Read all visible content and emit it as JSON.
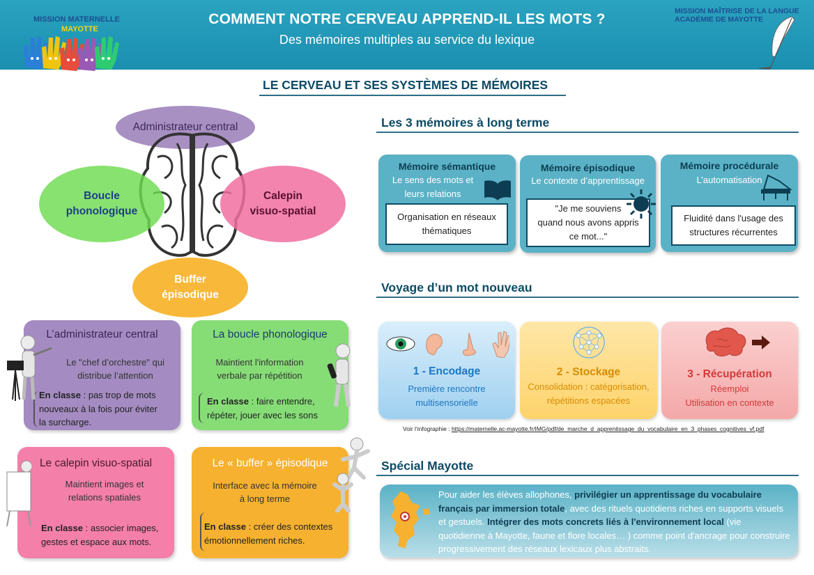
{
  "header": {
    "title": "COMMENT NOTRE CERVEAU APPREND-IL LES MOTS ?",
    "subtitle": "Des mémoires multiples au service du lexique",
    "logo_left_line1": "MISSION MATERNELLE",
    "logo_left_line2": "MAYOTTE",
    "logo_right_line1": "MISSION MAÎTRISE DE LA LANGUE",
    "logo_right_line2": "ACADÉMIE DE MAYOTTE"
  },
  "section_title": "LE CERVEAU ET SES SYSTÈMES DE MÉMOIRES",
  "brain": {
    "admin": "Administrateur central",
    "boucle_1": "Boucle",
    "boucle_2": "phonologique",
    "calepin_1": "Calepin",
    "calepin_2": "visuo-spatial",
    "buffer_1": "Buffer",
    "buffer_2": "épisodique"
  },
  "components": {
    "admin": {
      "title": "L’administrateur central",
      "desc_1": "Le \"chef d’orchestre\" qui",
      "desc_2": "distribue l’attention",
      "classe_label": "En classe",
      "classe_1": " : pas trop de mots",
      "classe_2": "nouveaux à la fois pour éviter",
      "classe_3": "la surcharge."
    },
    "boucle": {
      "title": "La boucle phonologique",
      "desc_1": "Maintient l'information",
      "desc_2": "verbale par répétition",
      "classe_label": "En classe",
      "classe_1": " : faire entendre,",
      "classe_2": "répéter, jouer avec les sons"
    },
    "calepin": {
      "title": "Le calepin visuo-spatial",
      "desc_1": "Maintient images et",
      "desc_2": "relations spatiales",
      "classe_label": "En classe",
      "classe_1": " : associer images,",
      "classe_2": "gestes et espace aux mots."
    },
    "buffer": {
      "title": "Le « buffer » épisodique",
      "desc_1": "Interface avec la mémoire",
      "desc_2": "à long terme",
      "classe_label": "En classe",
      "classe_1": " : créer des contextes",
      "classe_2": "émotionnellement riches."
    }
  },
  "long_term": {
    "heading": "Les 3 mémoires à long terme",
    "semantique": {
      "title": "Mémoire sémantique",
      "sub_1": "Le sens des mots et",
      "sub_2": "leurs relations",
      "box_1": "Organisation en réseaux",
      "box_2": "thématiques"
    },
    "episodique": {
      "title": "Mémoire épisodique",
      "sub_1": "Le contexte d’apprentissage",
      "box_1": "\"Je me souviens",
      "box_2": "quand nous avons appris",
      "box_3": "ce mot...\""
    },
    "procedurale": {
      "title": "Mémoire procédurale",
      "sub_1": "L’automatisation",
      "box_1": "Fluidité dans l'usage des",
      "box_2": "structures récurrentes"
    }
  },
  "voyage": {
    "heading": "Voyage d’un mot nouveau",
    "step1": {
      "name": "1 - Encodage",
      "d1": "Première rencontre",
      "d2": "multisensorielle"
    },
    "step2": {
      "name": "2 - Stockage",
      "d1": "Consolidation : catégorisation,",
      "d2": "répétitions espacées"
    },
    "step3": {
      "name": "3 - Récupération",
      "d1": "Réemploi",
      "d2": "Utilisation en contexte"
    },
    "voir_label": "Voir l’infographie : ",
    "voir_url": "https://maternelle.ac-mayotte.fr/IMG/pdf/de_marche_d_apprentissage_du_vocabulaire_en_3_phases_cognitives_vf.pdf"
  },
  "special": {
    "heading": "Spécial Mayotte",
    "p1": "Pour aider les élèves allophones, ",
    "b1": "privilégier un apprentissage du vocabulaire français par immersion totale",
    "p2": ", avec des rituels quotidiens riches en supports visuels et gestuels. ",
    "b2": "Intégrer des mots concrets liés à l'environnement local",
    "p3": " (vie quotidienne à Mayotte, faune et flore locales… ) comme point d'ancrage pour construire progressivement des réseaux lexicaux plus abstraits."
  },
  "colors": {
    "header": "#1b8fb0",
    "teal_box": "#5bb2c6",
    "purple": "#a48bc1",
    "green": "#7bdc5b",
    "pink": "#f47fa8",
    "orange": "#f7b733",
    "dark_teal": "#0c4b65"
  },
  "icons": [
    "colored-hands-logo",
    "feather-quill-icon",
    "brain-outline-icon",
    "conductor-figure-icon",
    "singer-microphone-figure-icon",
    "easel-figure-icon",
    "climbing-figures-icon",
    "open-book-icon",
    "sun-icon",
    "piano-icon",
    "eye-icon",
    "ear-icon",
    "nose-icon",
    "hand-icon",
    "network-globe-icon",
    "brain-arrow-icon",
    "mayotte-map-icon"
  ]
}
